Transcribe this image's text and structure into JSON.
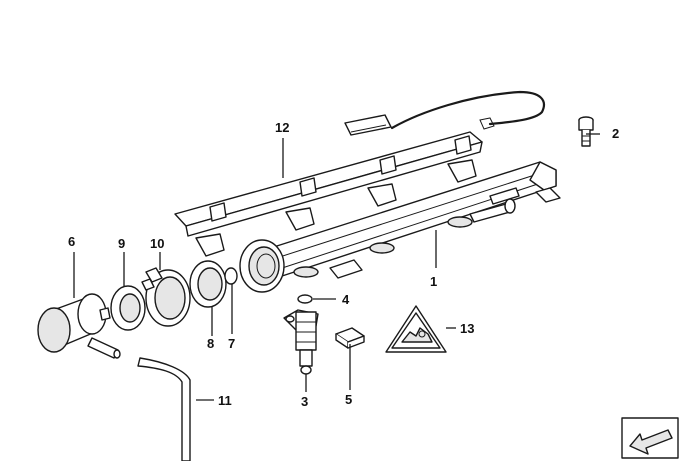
{
  "diagram": {
    "callouts": {
      "c1": "1",
      "c2": "2",
      "c3": "3",
      "c4": "4",
      "c5": "5",
      "c6": "6",
      "c7": "7",
      "c8": "8",
      "c9": "9",
      "c10": "10",
      "c11": "11",
      "c12": "12",
      "c13": "13"
    },
    "icons": {
      "warning": "warning-triangle-icon",
      "navigation": "arrow-corner-icon"
    },
    "colors": {
      "line": "#1a1a1a",
      "background": "#ffffff"
    }
  }
}
